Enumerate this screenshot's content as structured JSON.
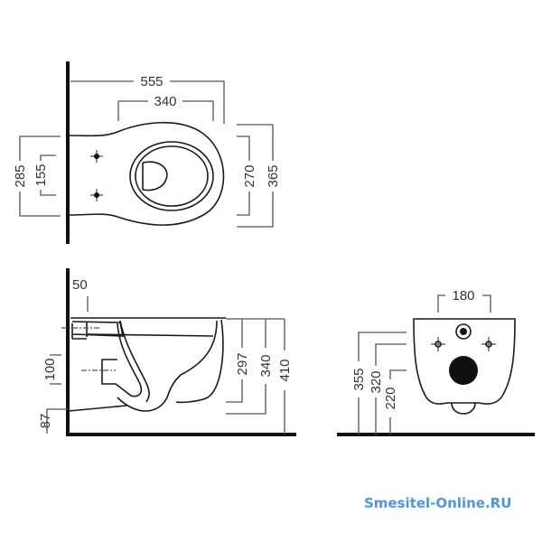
{
  "top_view": {
    "dim_overall_length": "555",
    "dim_seat_length": "340",
    "dim_mount_width": "285",
    "dim_bolt_spacing": "155",
    "dim_seat_width": "270",
    "dim_overall_width": "365"
  },
  "side_view": {
    "dim_wall_offset": "50",
    "dim_drain_spacing": "100",
    "dim_drain_height": "87",
    "dim_297": "297",
    "dim_340": "340",
    "dim_410": "410"
  },
  "front_view": {
    "dim_bolt_spacing": "180",
    "dim_355": "355",
    "dim_320": "320",
    "dim_220": "220"
  },
  "watermark": "Smesitel-Online.RU"
}
